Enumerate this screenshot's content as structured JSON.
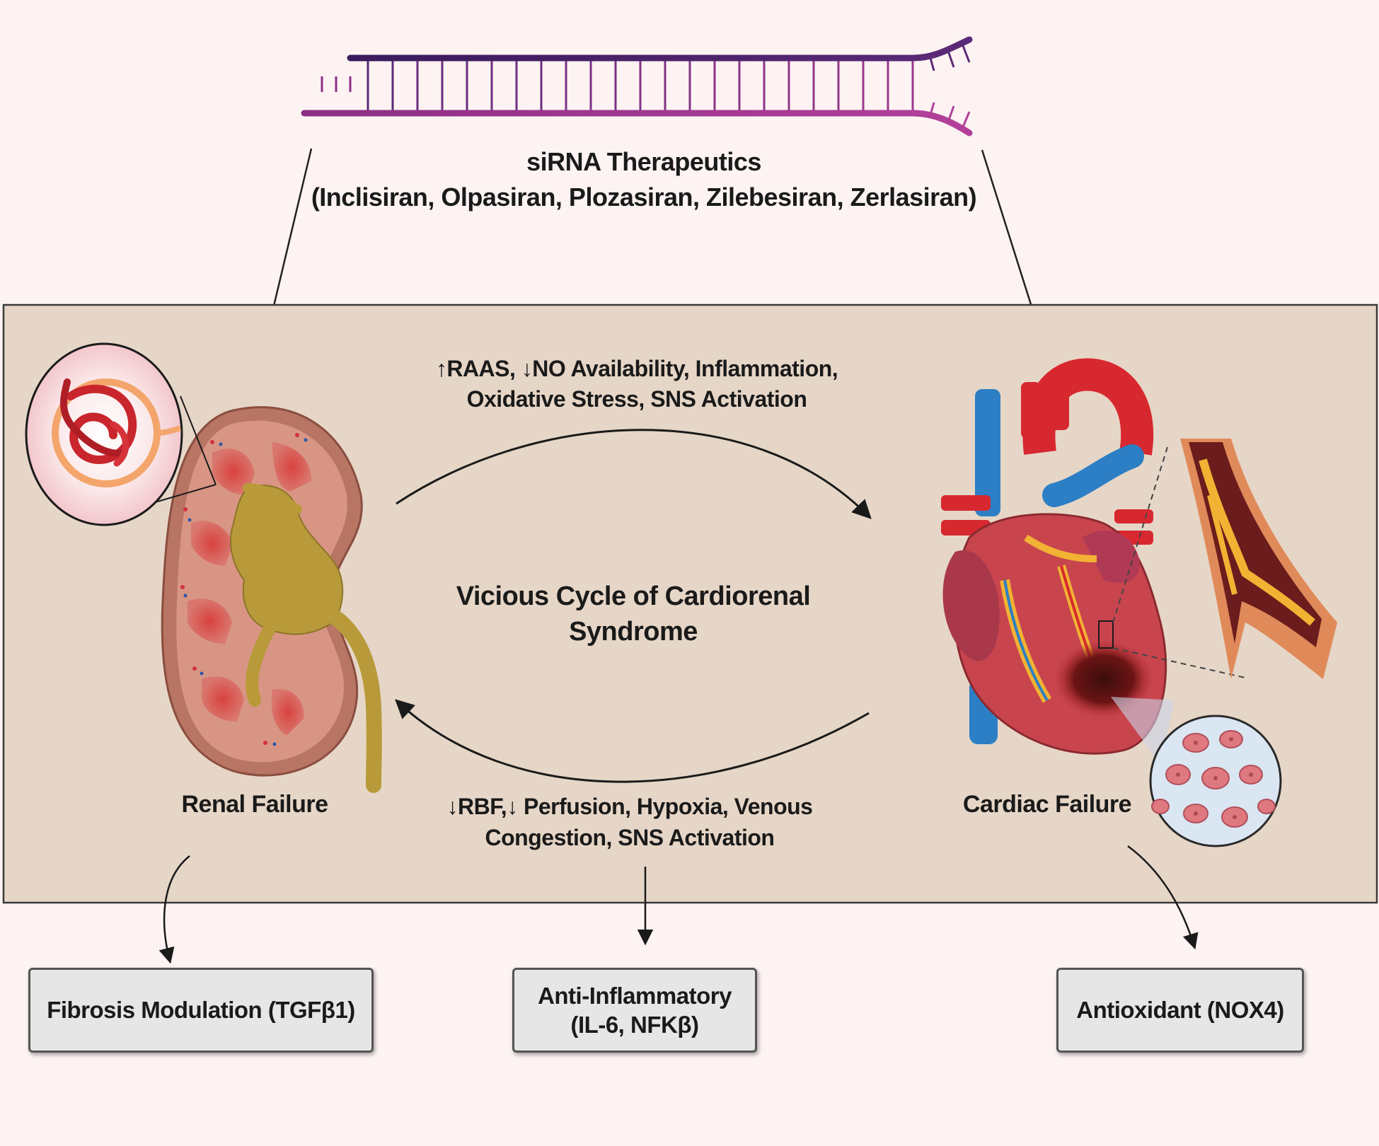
{
  "therapeutics": {
    "title": "siRNA Therapeutics",
    "drugs": "(Inclisiran, Olpasiran, Plozasiran, Zilebesiran, Zerlasiran)"
  },
  "cycle": {
    "title_line1": "Vicious Cycle of Cardiorenal",
    "title_line2": "Syndrome",
    "top_mechanisms_line1": "↑RAAS, ↓NO Availability, Inflammation,",
    "top_mechanisms_line2": "Oxidative Stress, SNS Activation",
    "bottom_mechanisms_line1": "↓RBF,↓ Perfusion, Hypoxia, Venous",
    "bottom_mechanisms_line2": "Congestion, SNS Activation"
  },
  "organs": {
    "kidney_label": "Renal Failure",
    "heart_label": "Cardiac Failure"
  },
  "outcomes": [
    {
      "line1": "Fibrosis Modulation (TGFβ1)",
      "line2": ""
    },
    {
      "line1": "Anti-Inflammatory",
      "line2": "(IL-6, NFKβ)"
    },
    {
      "line1": "Antioxidant (NOX4)",
      "line2": ""
    }
  ],
  "colors": {
    "background": "#fcf3f2",
    "panel": "#e6d6c7",
    "rna_top": "#3b1a5a",
    "rna_bottom": "#a03c8c",
    "artery": "#d8282f",
    "vein": "#2c7fc4",
    "kidney_cortex": "#c98a7a",
    "kidney_pelvis": "#b89a3a"
  }
}
